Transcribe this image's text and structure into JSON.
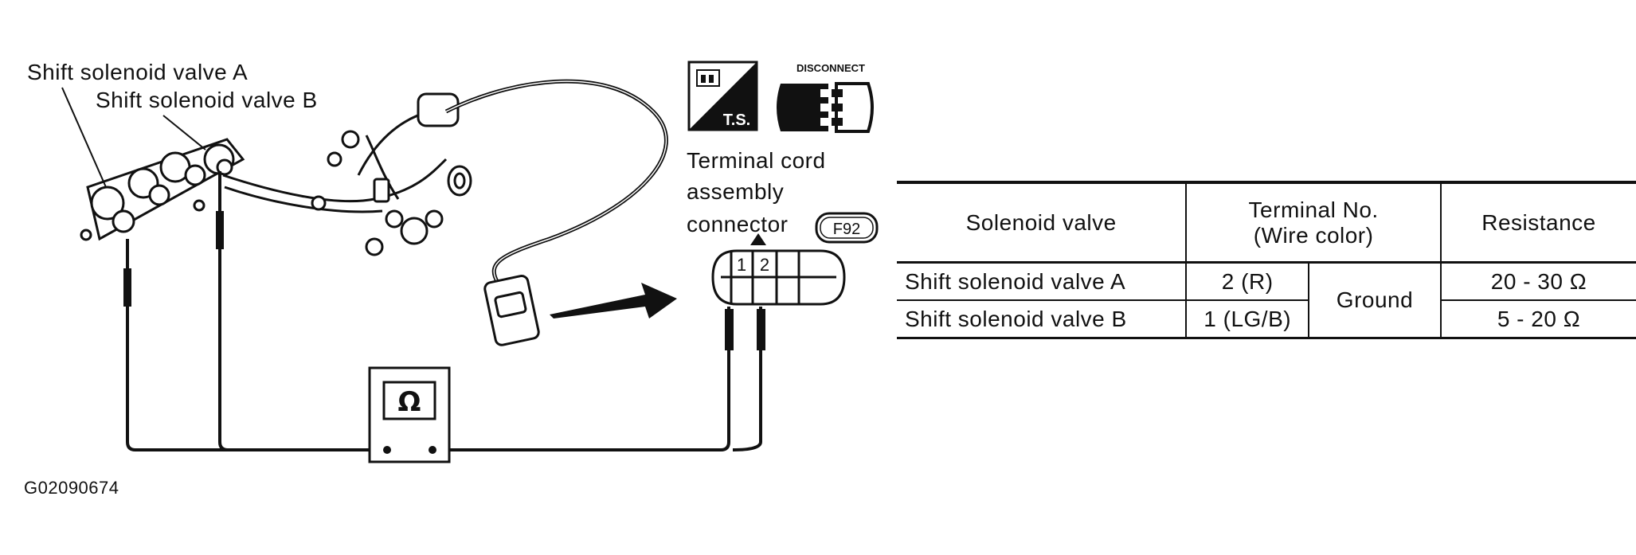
{
  "labels": {
    "valve_a": "Shift solenoid valve A",
    "valve_b": "Shift solenoid valve B",
    "terminal_cord_1": "Terminal cord",
    "terminal_cord_2": "assembly",
    "terminal_cord_3": "connector",
    "connector_code": "F92",
    "disconnect": "DISCONNECT",
    "ts": "T.S.",
    "ohm_symbol": "Ω",
    "pin_1": "1",
    "pin_2": "2",
    "figure_id": "G02090674"
  },
  "table": {
    "headers": {
      "col1": "Solenoid valve",
      "col2_line1": "Terminal No.",
      "col2_line2": "(Wire color)",
      "col3": "Resistance"
    },
    "rows": [
      {
        "valve": "Shift solenoid valve A",
        "terminal": "2 (R)",
        "resistance": "20 - 30 Ω"
      },
      {
        "valve": "Shift solenoid valve B",
        "terminal": "1 (LG/B)",
        "resistance": "5 - 20 Ω"
      }
    ],
    "ground": "Ground"
  },
  "icons": [
    "terminal-service-icon",
    "disconnect-connector-icon",
    "ohmmeter-icon",
    "shift-solenoid-assembly-icon",
    "arrow-icon"
  ]
}
